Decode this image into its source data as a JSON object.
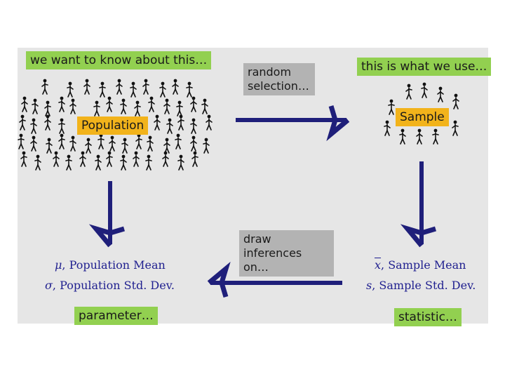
{
  "labels": {
    "want_to_know": "we want to know about this…",
    "what_we_use": "this is what we use…",
    "population": "Population",
    "sample": "Sample",
    "random_line1": "random",
    "random_line2": "selection…",
    "draw_line1": "draw",
    "draw_line2": "inferences on…",
    "parameter": "parameter…",
    "statistic": "statistic…"
  },
  "formulas": {
    "mu_symbol": "μ",
    "mu_text": ", Population Mean",
    "sigma_symbol": "σ",
    "sigma_text": ", Population Std. Dev.",
    "xbar_symbol": "x",
    "xbar_text": ", Sample Mean",
    "s_symbol": "s",
    "s_text": ", Sample Std. Dev."
  },
  "colors": {
    "panel": "#e6e6e6",
    "arrow": "#1f1f7a",
    "green_label": "#92d050",
    "orange_label": "#f2b31b",
    "gray_label": "#b3b3b3",
    "figure": "#111111"
  }
}
